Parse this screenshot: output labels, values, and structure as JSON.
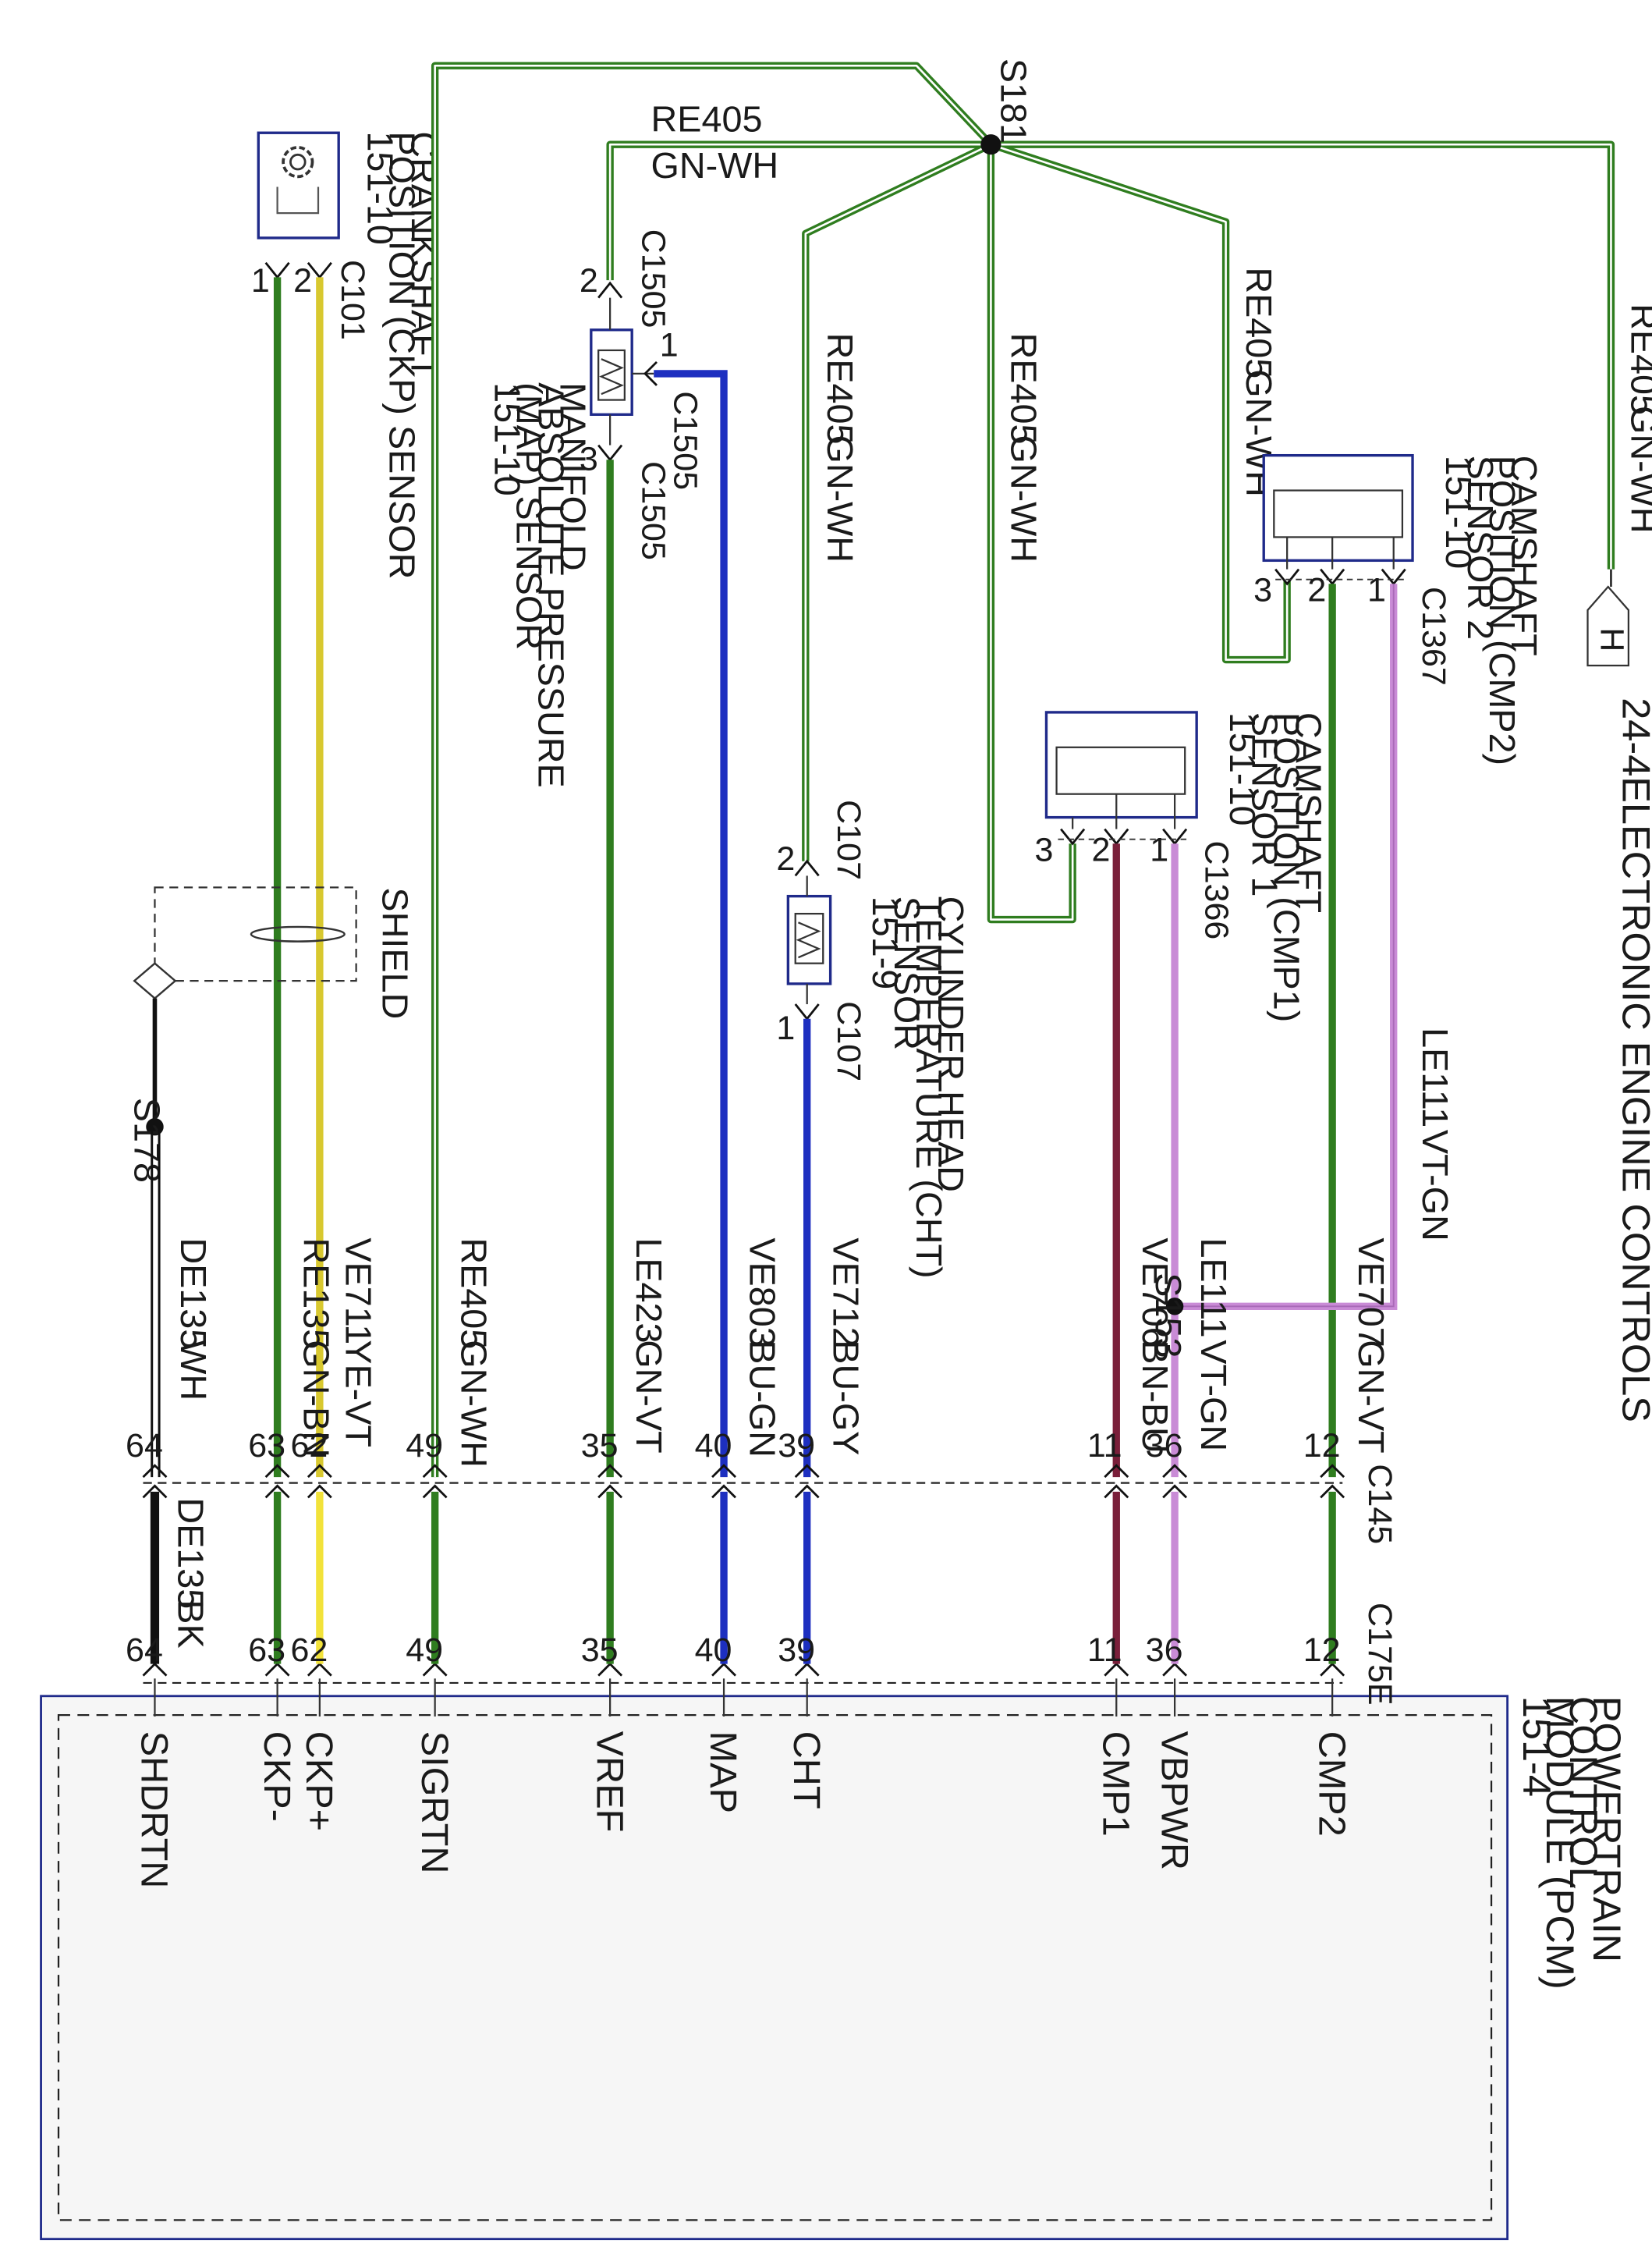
{
  "page": {
    "title": "ELECTRONIC ENGINE CONTROLS",
    "page_ref": "24-4",
    "connector_letter": "H"
  },
  "splices": {
    "s181": "S181",
    "s178": "S178",
    "s153": "S153"
  },
  "shield_label": "SHIELD",
  "inline_connectors": {
    "c145": "C145",
    "c175e": "C175E"
  },
  "components": {
    "ckp": {
      "lines": [
        "CRANKSHAFT",
        "POSITION (CKP) SENSOR",
        "151-10"
      ],
      "connector": "C101",
      "pins": [
        "1",
        "2"
      ]
    },
    "map": {
      "lines": [
        "MANIFOLD",
        "ABSOLUTE PRESSURE",
        "(MAP) SENSOR",
        "151-10"
      ],
      "connector_top": "C1505",
      "connector_side": "C1505",
      "connector_bottom": "C1505",
      "pins": [
        "2",
        "1",
        "3"
      ]
    },
    "cht": {
      "lines": [
        "CYLINDER HEAD",
        "TEMPERATURE (CHT)",
        "SENSOR",
        "151-9"
      ],
      "connector_top": "C107",
      "connector_bottom": "C107",
      "pins": [
        "2",
        "1"
      ]
    },
    "cmp1": {
      "lines": [
        "CAMSHAFT",
        "POSITION (CMP1)",
        "SENSOR 1",
        "151-10"
      ],
      "connector": "C1366",
      "pins": [
        "3",
        "2",
        "1"
      ]
    },
    "cmp2": {
      "lines": [
        "CAMSHAFT",
        "POSITION (CMP2)",
        "SENSOR 2",
        "151-10"
      ],
      "connector": "C1367",
      "pins": [
        "3",
        "2",
        "1"
      ]
    },
    "pcm": {
      "lines": [
        "POWERTRAIN",
        "CONTROL",
        "MODULE (PCM)",
        "151-4"
      ]
    }
  },
  "feed_wires": {
    "top": {
      "circuit": "RE405",
      "color": "GN-WH"
    },
    "to_map": {
      "circuit": "RE405",
      "color": "GN-WH"
    },
    "to_cht": {
      "circuit": "RE405",
      "color": "GN-WH"
    },
    "to_cmp1": {
      "circuit": "RE405",
      "color": "GN-WH"
    },
    "to_cmp2": {
      "circuit": "RE405",
      "color": "GN-WH"
    },
    "to_h": {
      "circuit": "RE405",
      "color": "GN-WH"
    }
  },
  "lower_wires": [
    {
      "circuit": "DE135",
      "color": "WH",
      "pin_a": "64",
      "pin_b": "64",
      "signal": "SHDRTN"
    },
    {
      "circuit": "RE135",
      "color": "GN-BN",
      "pin_a": "63",
      "pin_b": "63",
      "signal": "CKP-"
    },
    {
      "circuit": "VE711",
      "color": "YE-VT",
      "pin_a": "62",
      "pin_b": "62",
      "signal": "CKP+"
    },
    {
      "circuit": "RE405",
      "color": "GN-WH",
      "pin_a": "49",
      "pin_b": "49",
      "signal": "SIGRTN"
    },
    {
      "circuit": "LE423",
      "color": "GN-VT",
      "pin_a": "35",
      "pin_b": "35",
      "signal": "VREF"
    },
    {
      "circuit": "VE803",
      "color": "BU-GN",
      "pin_a": "40",
      "pin_b": "40",
      "signal": "MAP"
    },
    {
      "circuit": "VE712",
      "color": "BU-GY",
      "pin_a": "39",
      "pin_b": "39",
      "signal": "CHT"
    },
    {
      "circuit": "VE706",
      "color": "BN-BU",
      "pin_a": "11",
      "pin_b": "11",
      "signal": "CMP1"
    },
    {
      "circuit": "LE111",
      "color": "VT-GN",
      "pin_a": "36",
      "pin_b": "36",
      "signal": "VBPWR"
    },
    {
      "circuit": "VE707",
      "color": "GN-VT",
      "pin_a": "12",
      "pin_b": "12",
      "signal": "CMP2"
    }
  ],
  "extra_wires": {
    "de135_bk": {
      "circuit": "DE135",
      "color": "BK"
    },
    "le111_cmp2": {
      "circuit": "LE111",
      "color": "VT-GN"
    }
  },
  "wire_colors": {
    "green": "#2f7d1f",
    "yellow": "#f2e23a",
    "blue": "#1d2fc0",
    "brown": "#7a1f3a",
    "violet": "#c98bd6",
    "black": "#111111",
    "frame": "#1f2a8a"
  }
}
